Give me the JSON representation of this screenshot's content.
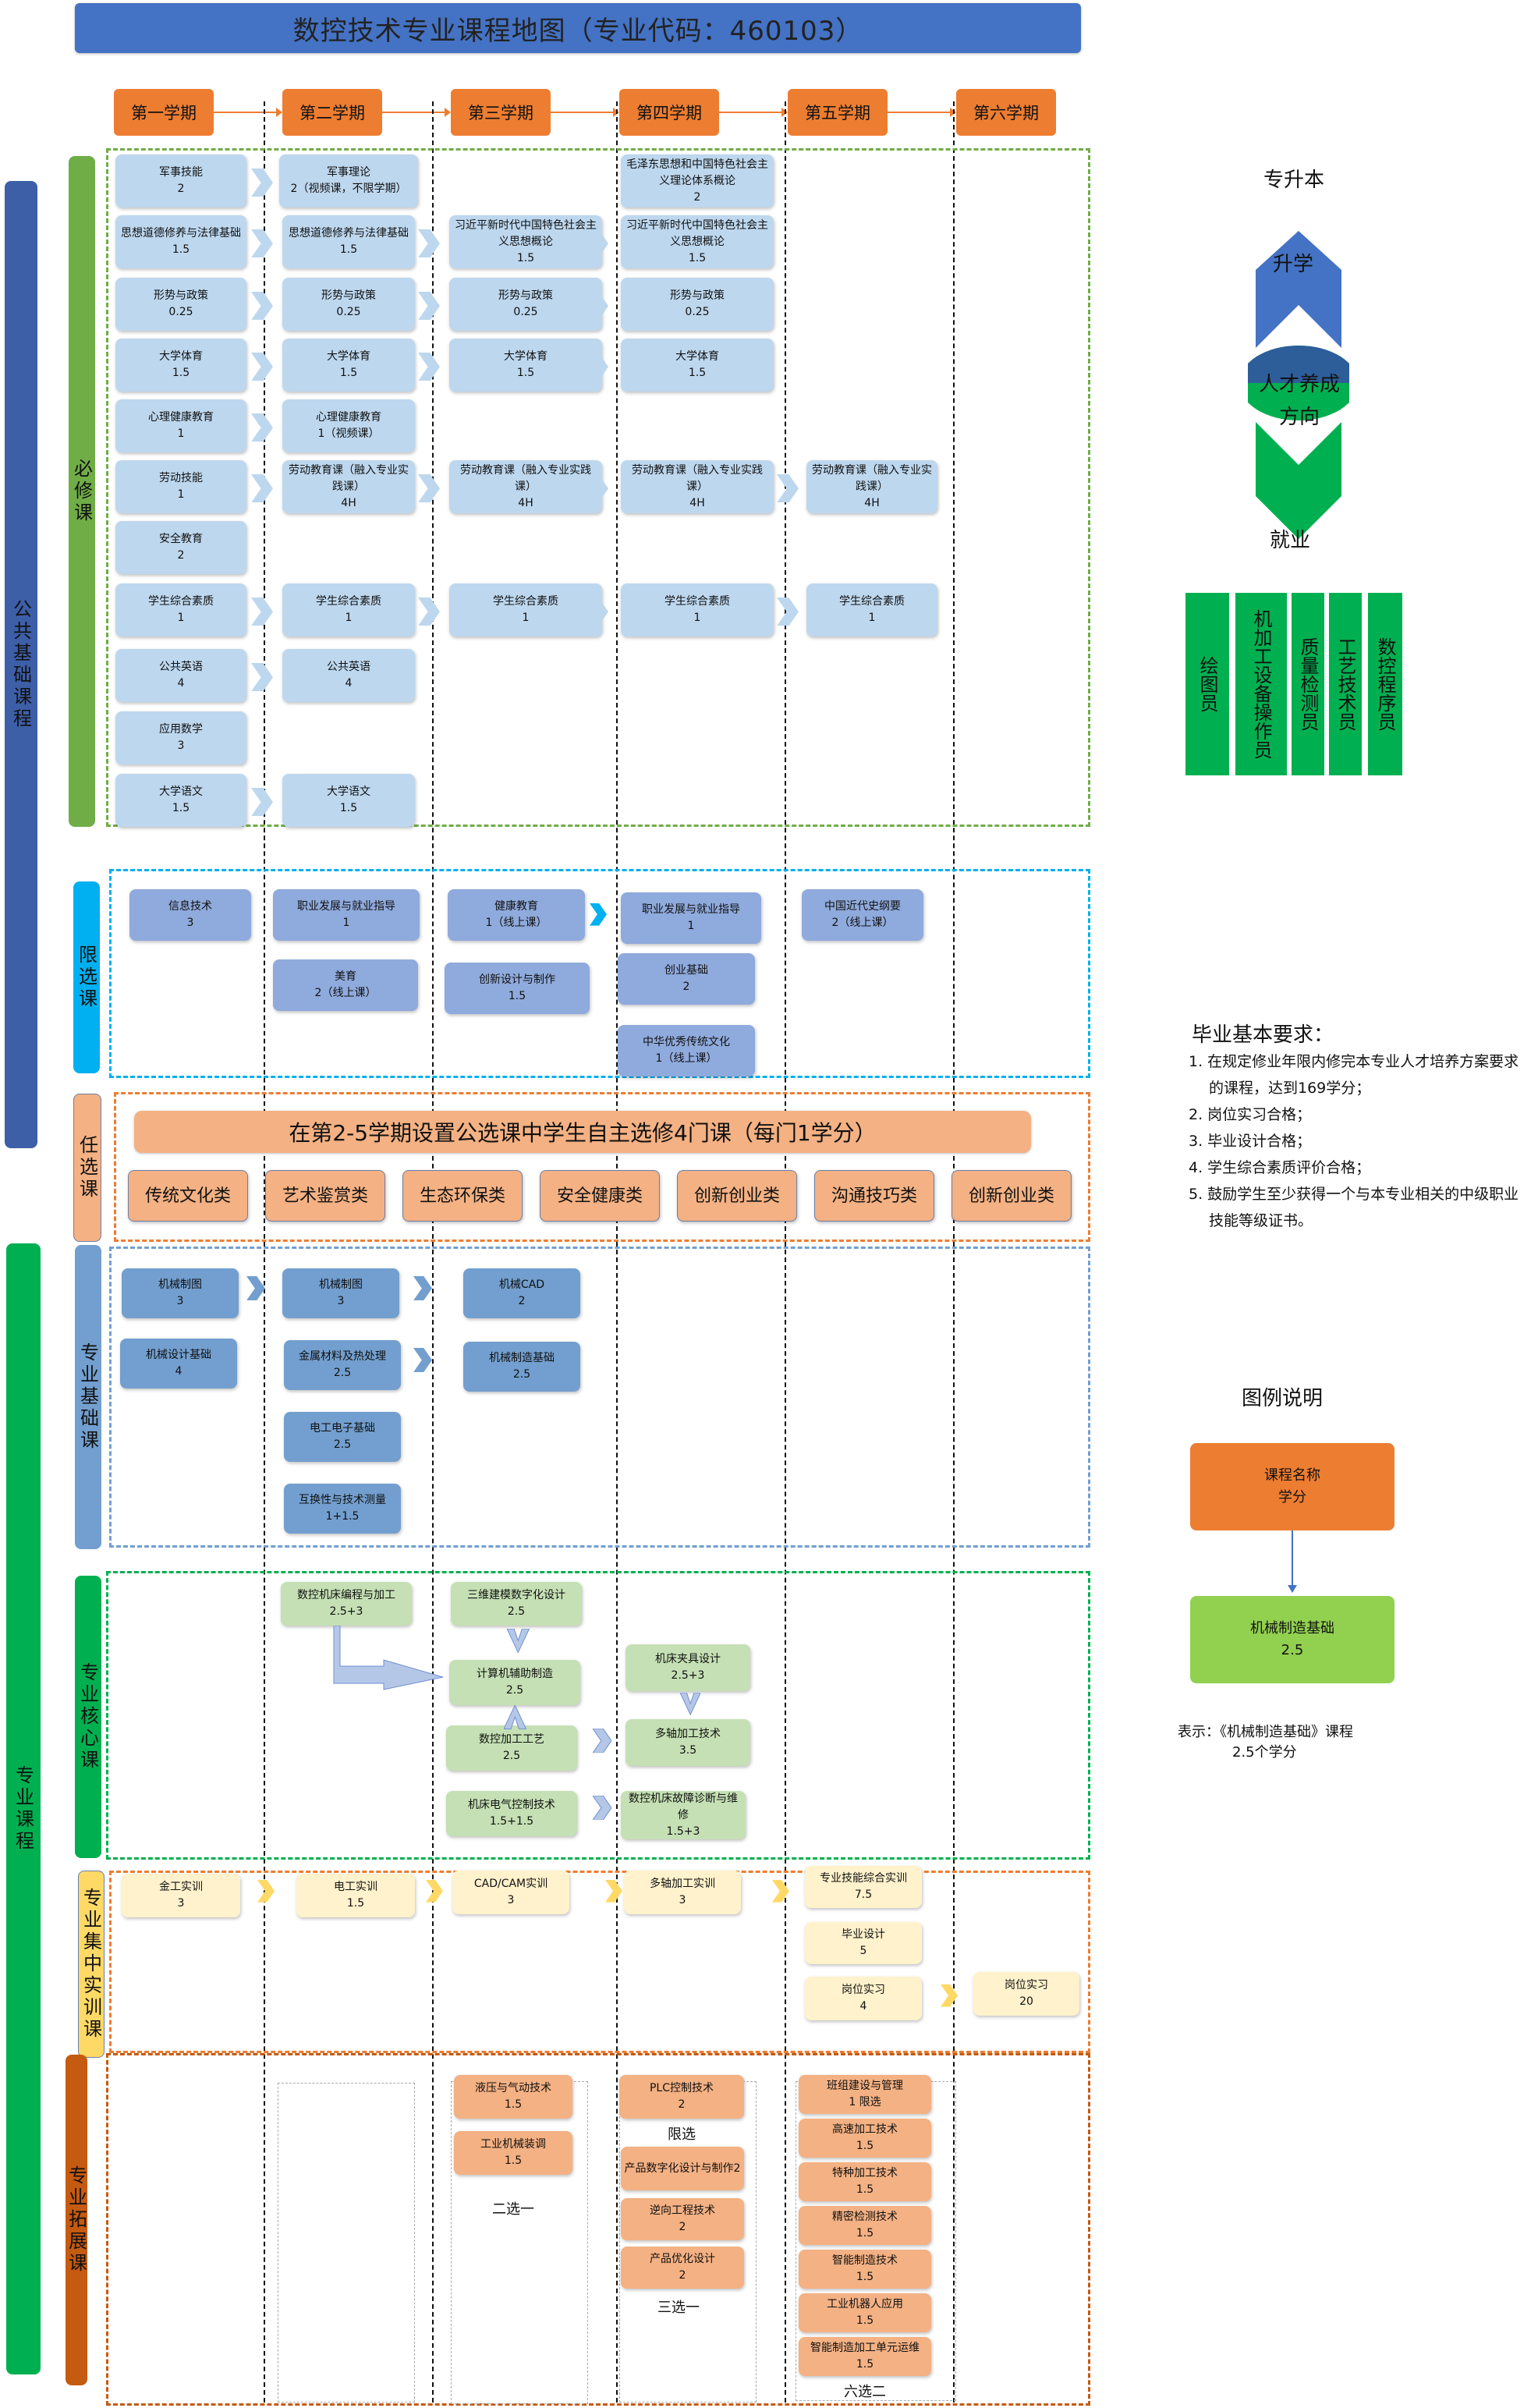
{
  "header": {
    "title": "数控技术专业课程地图（专业代码：460103）"
  },
  "semesters": [
    "第一学期",
    "第二学期",
    "第三学期",
    "第四学期",
    "第五学期",
    "第六学期"
  ],
  "categories": {
    "public": "公共基础课程",
    "required": "必修课",
    "limited": "限选课",
    "optional": "任选课",
    "professional": "专业课程",
    "pro_base": "专业基础课",
    "pro_core": "专业核心课",
    "pro_training": "专业集中实训课",
    "pro_extension": "专业拓展课"
  },
  "required": {
    "sem1": [
      {
        "name": "军事技能",
        "credit": "2"
      },
      {
        "name": "思想道德修养与法律基础",
        "credit": "1.5"
      },
      {
        "name": "形势与政策",
        "credit": "0.25"
      },
      {
        "name": "大学体育",
        "credit": "1.5"
      },
      {
        "name": "心理健康教育",
        "credit": "1"
      },
      {
        "name": "劳动技能",
        "credit": "1"
      },
      {
        "name": "安全教育",
        "credit": "2"
      },
      {
        "name": "学生综合素质",
        "credit": "1"
      },
      {
        "name": "公共英语",
        "credit": "4"
      },
      {
        "name": "应用数学",
        "credit": "3"
      },
      {
        "name": "大学语文",
        "credit": "1.5"
      }
    ],
    "sem2": [
      {
        "name": "军事理论",
        "credit": "2（视频课，不限学期）"
      },
      {
        "name": "思想道德修养与法律基础",
        "credit": "1.5"
      },
      {
        "name": "形势与政策",
        "credit": "0.25"
      },
      {
        "name": "大学体育",
        "credit": "1.5"
      },
      {
        "name": "心理健康教育",
        "credit": "1（视频课）"
      },
      {
        "name": "劳动教育课（融入专业实践课）",
        "credit": "4H"
      },
      {
        "name": "学生综合素质",
        "credit": "1"
      },
      {
        "name": "公共英语",
        "credit": "4"
      },
      {
        "name": "大学语文",
        "credit": "1.5"
      }
    ],
    "sem3": [
      {
        "name": "习近平新时代中国特色社会主义思想概论",
        "credit": "1.5"
      },
      {
        "name": "形势与政策",
        "credit": "0.25"
      },
      {
        "name": "大学体育",
        "credit": "1.5"
      },
      {
        "name": "劳动教育课（融入专业实践课）",
        "credit": "4H"
      },
      {
        "name": "学生综合素质",
        "credit": "1"
      }
    ],
    "sem4": [
      {
        "name": "毛泽东思想和中国特色社会主义理论体系概论",
        "credit": "2"
      },
      {
        "name": "习近平新时代中国特色社会主义思想概论",
        "credit": "1.5"
      },
      {
        "name": "形势与政策",
        "credit": "0.25"
      },
      {
        "name": "大学体育",
        "credit": "1.5"
      },
      {
        "name": "劳动教育课（融入专业实践课）",
        "credit": "4H"
      },
      {
        "name": "学生综合素质",
        "credit": "1"
      }
    ],
    "sem5": [
      {
        "name": "劳动教育课（融入专业实践课）",
        "credit": "4H"
      },
      {
        "name": "学生综合素质",
        "credit": "1"
      }
    ]
  },
  "limited": {
    "sem1": [
      {
        "name": "信息技术",
        "credit": "3"
      }
    ],
    "sem2": [
      {
        "name": "职业发展与就业指导",
        "credit": "1"
      },
      {
        "name": "美育",
        "credit": "2（线上课）"
      }
    ],
    "sem3": [
      {
        "name": "健康教育",
        "credit": "1（线上课）"
      },
      {
        "name": "创新设计与制作",
        "credit": "1.5"
      }
    ],
    "sem4": [
      {
        "name": "职业发展与就业指导",
        "credit": "1"
      },
      {
        "name": "创业基础",
        "credit": "2"
      },
      {
        "name": "中华优秀传统文化",
        "credit": "1（线上课）"
      }
    ],
    "sem5": [
      {
        "name": "中国近代史纲要",
        "credit": "2（线上课）"
      }
    ]
  },
  "optional": {
    "banner": "在第2-5学期设置公选课中学生自主选修4门课（每门1学分）",
    "types": [
      "传统文化类",
      "艺术鉴赏类",
      "生态环保类",
      "安全健康类",
      "创新创业类",
      "沟通技巧类",
      "创新创业类"
    ]
  },
  "pro_base": {
    "sem1": [
      {
        "name": "机械制图",
        "credit": "3"
      },
      {
        "name": "机械设计基础",
        "credit": "4"
      }
    ],
    "sem2": [
      {
        "name": "机械制图",
        "credit": "3"
      },
      {
        "name": "金属材料及热处理",
        "credit": "2.5"
      },
      {
        "name": "电工电子基础",
        "credit": "2.5"
      },
      {
        "name": "互换性与技术测量",
        "credit": "1+1.5"
      }
    ],
    "sem3": [
      {
        "name": "机械CAD",
        "credit": "2"
      },
      {
        "name": "机械制造基础",
        "credit": "2.5"
      }
    ]
  },
  "pro_core": {
    "sem2": [
      {
        "name": "数控机床编程与加工",
        "credit": "2.5+3"
      }
    ],
    "sem3": [
      {
        "name": "三维建模数字化设计",
        "credit": "2.5"
      },
      {
        "name": "计算机辅助制造",
        "credit": "2.5"
      },
      {
        "name": "数控加工工艺",
        "credit": "2.5"
      },
      {
        "name": "机床电气控制技术",
        "credit": "1.5+1.5"
      }
    ],
    "sem4": [
      {
        "name": "机床夹具设计",
        "credit": "2.5+3"
      },
      {
        "name": "多轴加工技术",
        "credit": "3.5"
      },
      {
        "name": "数控机床故障诊断与维修",
        "credit": "1.5+3"
      }
    ]
  },
  "pro_training": {
    "sem1": [
      {
        "name": "金工实训",
        "credit": "3"
      }
    ],
    "sem2": [
      {
        "name": "电工实训",
        "credit": "1.5"
      }
    ],
    "sem3": [
      {
        "name": "CAD/CAM实训",
        "credit": "3"
      }
    ],
    "sem4": [
      {
        "name": "多轴加工实训",
        "credit": "3"
      }
    ],
    "sem5": [
      {
        "name": "专业技能综合实训",
        "credit": "7.5"
      },
      {
        "name": "毕业设计",
        "credit": "5"
      },
      {
        "name": "岗位实习",
        "credit": "4"
      }
    ],
    "sem6": [
      {
        "name": "岗位实习",
        "credit": "20"
      }
    ]
  },
  "pro_extension": {
    "sem3": {
      "courses": [
        {
          "name": "液压与气动技术",
          "credit": "1.5"
        },
        {
          "name": "工业机械装调",
          "credit": "1.5"
        }
      ],
      "note": "二选一"
    },
    "sem4": {
      "limited": {
        "name": "PLC控制技术",
        "credit": "2"
      },
      "limited_note": "限选",
      "courses": [
        {
          "name": "产品数字化设计与制作2",
          "credit": ""
        },
        {
          "name": "逆向工程技术",
          "credit": "2"
        },
        {
          "name": "产品优化设计",
          "credit": "2"
        }
      ],
      "note": "三选一"
    },
    "sem5": {
      "courses": [
        {
          "name": "班组建设与管理",
          "credit": "1 限选"
        },
        {
          "name": "高速加工技术",
          "credit": "1.5"
        },
        {
          "name": "特种加工技术",
          "credit": "1.5"
        },
        {
          "name": "精密检测技术",
          "credit": "1.5"
        },
        {
          "name": "智能制造技术",
          "credit": "1.5"
        },
        {
          "name": "工业机器人应用",
          "credit": "1.5"
        },
        {
          "name": "智能制造加工单元运维",
          "credit": "1.5"
        }
      ],
      "note": "六选二"
    }
  },
  "right_panel": {
    "upgrade_title": "专升本",
    "upgrade_arrow": "升学",
    "direction_top": "人才养成",
    "direction_bottom": "方向",
    "employ_arrow": "就业",
    "jobs": [
      "绘图员",
      "机加工设备操作员",
      "质量检测员",
      "工艺技术员",
      "数控程序员"
    ],
    "graduation_title": "毕业基本要求：",
    "graduation_items": [
      "1. 在规定修业年限内修完本专业人才培养方案要求的课程，达到169学分；",
      "2. 岗位实习合格；",
      "3. 毕业设计合格；",
      "4. 学生综合素质评价合格；",
      "5. 鼓励学生至少获得一个与本专业相关的中级职业技能等级证书。"
    ],
    "legend_title": "图例说明",
    "legend_top_line1": "课程名称",
    "legend_top_line2": "学分",
    "legend_bottom_name": "机械制造基础",
    "legend_bottom_credit": "2.5",
    "legend_note_line1": "表示：《机械制造基础》课程",
    "legend_note_line2": "2.5个学分"
  },
  "colors": {
    "title_bg": "#4472c4",
    "semester": "#ed7d31",
    "required_box": "#bdd7ee",
    "limited_box": "#8faadc",
    "base_box": "#729fcf",
    "core_box": "#c5e0b4",
    "training_box": "#fff2cc",
    "extension_box": "#f4b183",
    "employment": "#00b050"
  }
}
